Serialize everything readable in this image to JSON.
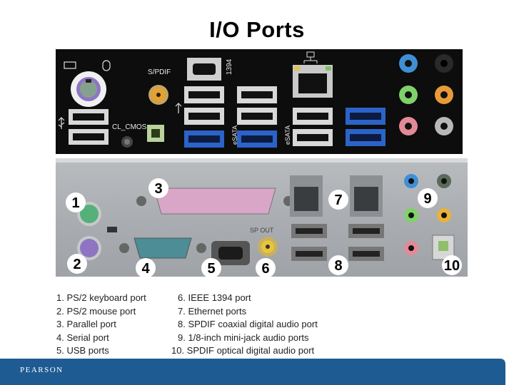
{
  "title": "I/O Ports",
  "top_photo": {
    "labels": {
      "spdif": "S/PDIF",
      "fw": "1394",
      "clcmos": "CL_CMOS",
      "esata1": "eSATA",
      "esata2": "eSATA"
    }
  },
  "bottom_photo": {
    "labels": {
      "spout": "SP OUT"
    },
    "callouts": [
      "1",
      "2",
      "3",
      "4",
      "5",
      "6",
      "7",
      "8",
      "9",
      "10"
    ]
  },
  "legend": {
    "left": [
      "1. PS/2 keyboard port",
      "2. PS/2 mouse port",
      "3. Parallel port",
      "4. Serial port",
      "5. USB ports"
    ],
    "right": [
      "6. IEEE 1394 port",
      "7. Ethernet ports",
      "8. SPDIF coaxial digital audio port",
      "9. 1/8-inch mini-jack audio ports",
      "10. SPDIF optical digital audio port"
    ]
  },
  "footer": {
    "brand": "PEARSON"
  },
  "colors": {
    "footer_blue": "#1f5b93",
    "usb3_blue": "#2b63c9",
    "audio_green": "#7fd26a",
    "audio_pink": "#e28a96",
    "audio_blue": "#3f8fd6",
    "ps2_purple": "#8f74c4",
    "ps2_green": "#55b07a",
    "parallel_pink": "#d9a6c8",
    "serial_teal": "#4c8d96"
  }
}
